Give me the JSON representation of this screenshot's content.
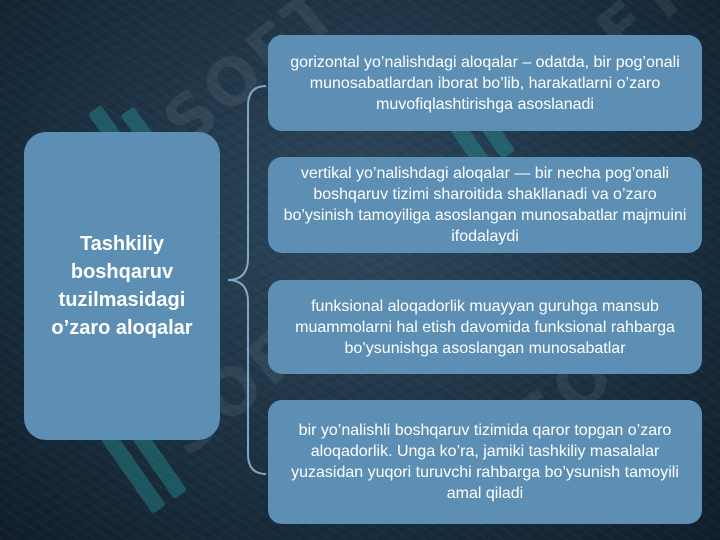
{
  "main": {
    "title": "Tashkiliy boshqaruv tuzilmasidagi o’zaro aloqalar"
  },
  "items": [
    {
      "text": "gorizontal yo’nalishdagi aloqalar – odatda, bir pog’onali munosabatlardan iborat bo’lib, harakatlarni o’zaro muvofiqlashtirishga asoslanadi"
    },
    {
      "text": "vertikal yo’nalishdagi aloqalar — bir necha pog’onali boshqaruv tizimi sharoitida shakllanadi va o’zaro bo’ysinish tamoyiliga asoslangan munosabatlar majmuini ifodalaydi"
    },
    {
      "text": "funksional aloqadorlik muayyan guruhga mansub muammolarni hal etish davomida funksional rahbarga bo’ysunishga asoslangan munosabatlar"
    },
    {
      "text": "bir yo’nalishli boshqaruv tizimida qaror topgan o’zaro aloqadorlik. Unga ko’ra, jamiki tashkiliy masalalar yuzasidan yuqori turuvchi rahbarga bo’ysunish tamoyili amal qiladi"
    }
  ],
  "watermark": {
    "text": "SOFT"
  },
  "colors": {
    "box": "#5d8fb5",
    "background": "#1c3142",
    "text": "#ffffff",
    "connector": "#7fa6c4"
  }
}
